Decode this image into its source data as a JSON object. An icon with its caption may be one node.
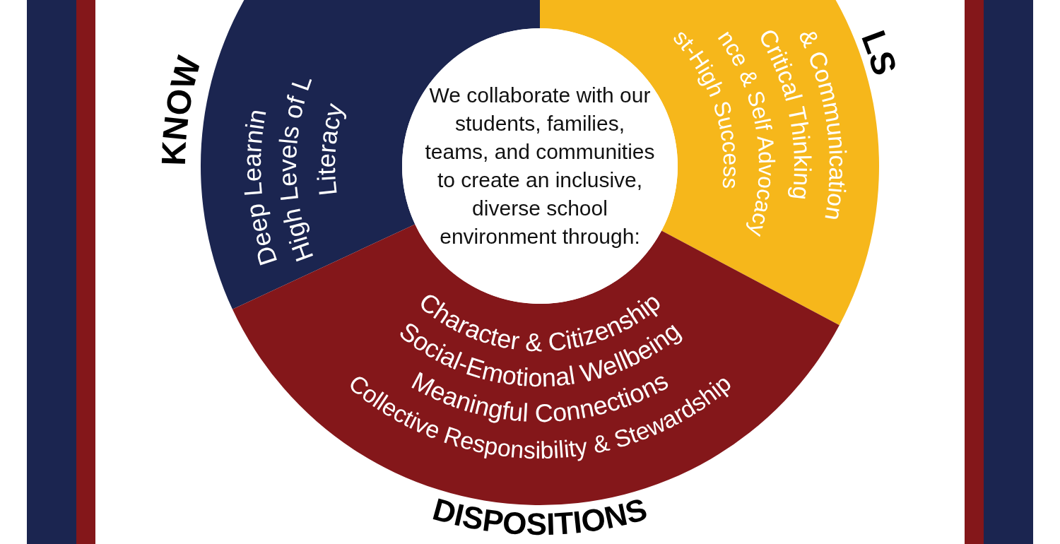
{
  "diagram": {
    "nodes": [
      {
        "text": [
          "KNOW",
          "Deep Learnin",
          "High Levels of L",
          "Literacy"
        ]
      },
      {
        "text": [
          "st-High Success",
          "nce & Self Advocacy",
          "Critical Thinking",
          "& Communication",
          "LS"
        ]
      },
      {
        "text": [
          "We collaborate with our students, families, teams, and communities to create an inclusive, diverse school environment through:"
        ]
      },
      {
        "text": [
          "Character & Citizenship",
          "Social-Emotional Wellbeing",
          "Meaningful Connections",
          "Collective Responsibility & Stewardship",
          "DISPOSITIONS"
        ]
      }
    ],
    "edges": []
  }
}
